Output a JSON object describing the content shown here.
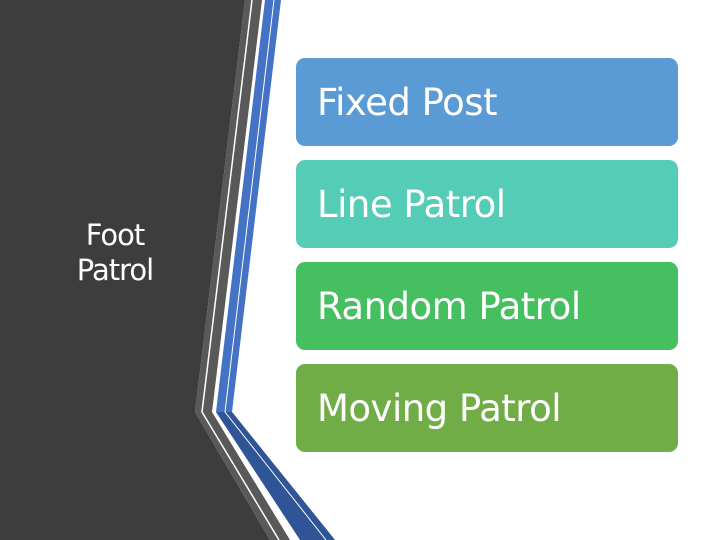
{
  "diagram": {
    "root": {
      "label": "Foot\nPatrol"
    },
    "items": [
      {
        "label": "Fixed Post",
        "color": "#5b9bd5"
      },
      {
        "label": "Line Patrol",
        "color": "#55ccb5"
      },
      {
        "label": "Random Patrol",
        "color": "#45bf60"
      },
      {
        "label": "Moving Patrol",
        "color": "#70ad47"
      }
    ]
  },
  "theme": {
    "dark_panel": "#3d3d3d",
    "accent_blue": "#4472c4",
    "accent_gray": "#595959",
    "accent_navy": "#2f5597"
  }
}
